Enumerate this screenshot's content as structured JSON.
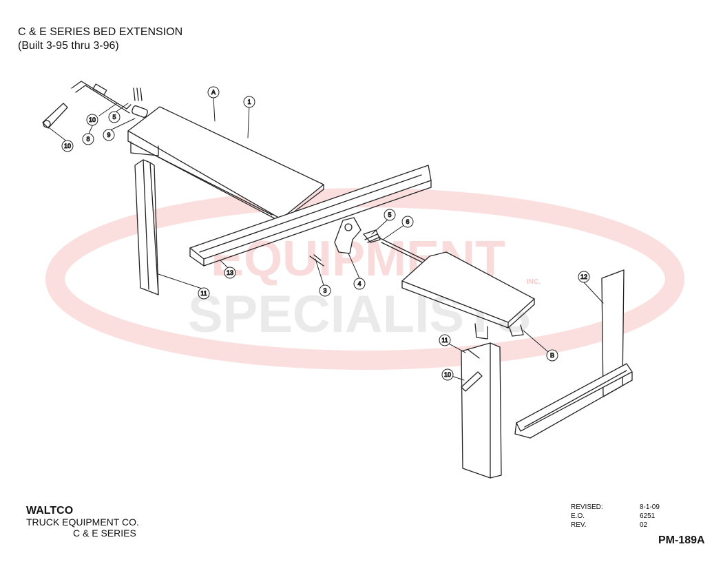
{
  "header": {
    "title": "C & E SERIES BED EXTENSION",
    "subtitle": "(Built 3-95 thru 3-96)"
  },
  "watermark": {
    "line1": "EQUIPMENT",
    "line2": "SPECIALISTS",
    "tag": "INC.",
    "color_red": "#e53935",
    "color_gray": "#9e9e9e"
  },
  "callouts": [
    "A",
    "1",
    "10",
    "5",
    "8",
    "9",
    "10",
    "13",
    "5",
    "6",
    "3",
    "4",
    "11",
    "12",
    "11",
    "10",
    "B"
  ],
  "footer": {
    "brand": "WALTCO",
    "company": "TRUCK EQUIPMENT CO.",
    "series": "C & E SERIES"
  },
  "revision": {
    "rows": [
      {
        "label": "REVISED:",
        "value": "8-1-09"
      },
      {
        "label": "E.O.",
        "value": "6251"
      },
      {
        "label": "REV.",
        "value": "02"
      }
    ]
  },
  "doc_number": "PM-189A"
}
